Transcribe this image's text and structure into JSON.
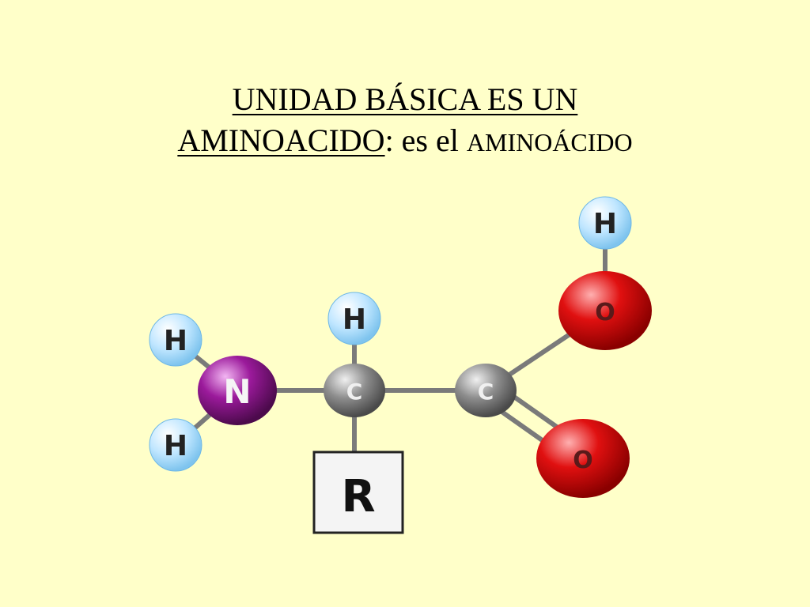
{
  "title": {
    "line1": "UNIDAD BÁSICA  ES UN",
    "line2_underlined": "AMINOACIDO",
    "line2_rest": ": es el ",
    "line2_small_caps": "AMINOÁCIDO"
  },
  "molecule": {
    "atoms": {
      "h_amine_top": "H",
      "h_amine_bottom": "H",
      "nitrogen": "N",
      "h_alpha": "H",
      "c_alpha": "C",
      "c_carboxyl": "C",
      "o_hydroxyl": "O",
      "h_hydroxyl": "H",
      "o_carbonyl": "O",
      "r_group": "R"
    },
    "colors": {
      "background": "#ffffc9",
      "hydrogen": "#bfe6ff",
      "nitrogen": "#9b1a9b",
      "carbon": "#8c8c8c",
      "oxygen": "#e01010",
      "bond": "#7a7a7a"
    }
  }
}
